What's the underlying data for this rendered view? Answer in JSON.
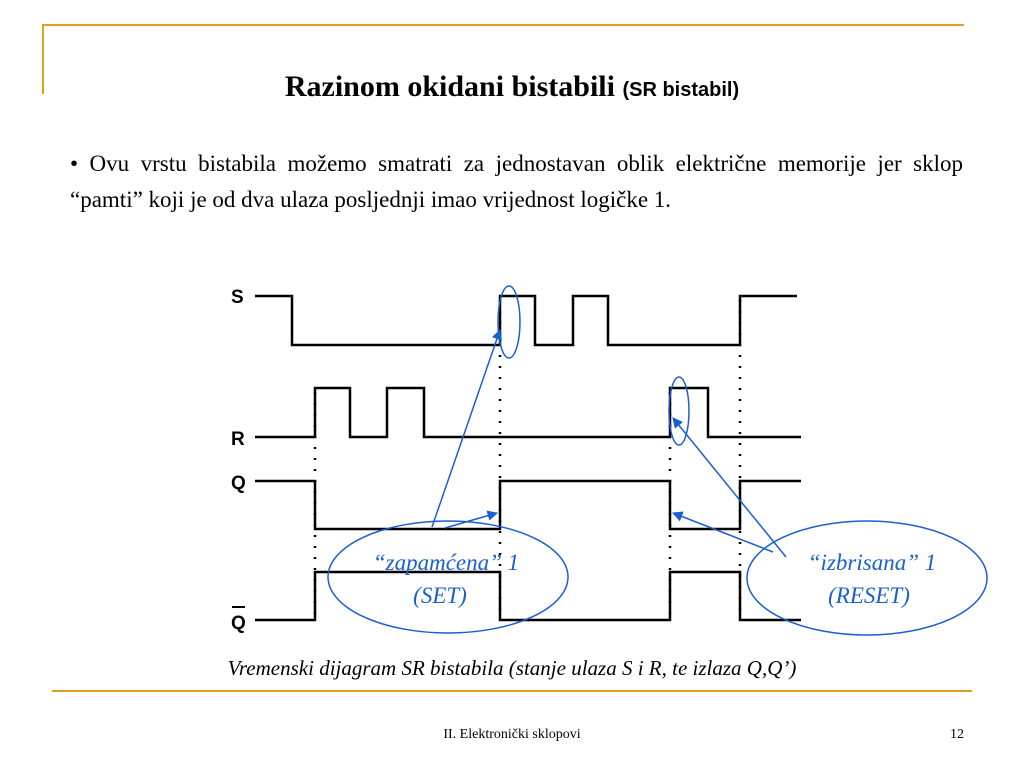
{
  "slide": {
    "title_main": "Razinom okidani bistabili",
    "title_sub": "(SR bistabil)",
    "bullet": "• Ovu vrstu bistabila možemo smatrati za jednostavan oblik električne memorije jer sklop “pamti” koji je od dva ulaza posljednji imao vrijednost logičke 1.",
    "caption": "Vremenski dijagram SR bistabila (stanje ulaza S i R, te izlaza Q,Q’)",
    "footer": "II. Elektronički sklopovi",
    "page_number": "12"
  },
  "diagram": {
    "signal_labels": {
      "s": "S",
      "r": "R",
      "q": "Q",
      "q_bar": "Q"
    },
    "annotations": {
      "set_line1": "“zapamćena” 1",
      "set_line2": "(SET)",
      "reset_line1": "“izbrisana” 1",
      "reset_line2": "(RESET)"
    },
    "colors": {
      "annotation": "#1a5fd0",
      "accent": "#dca21a"
    }
  }
}
